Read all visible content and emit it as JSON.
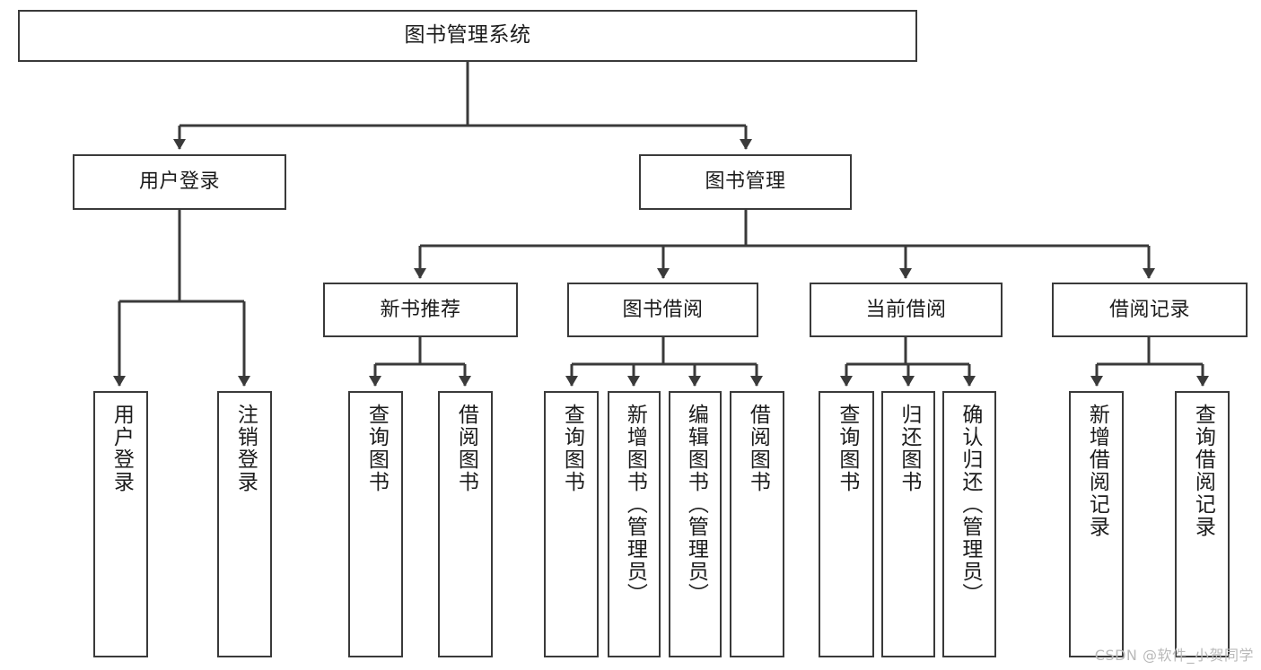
{
  "diagram": {
    "type": "tree-hierarchy-chart",
    "title": "图书管理系统",
    "watermark": "CSDN @软件_小贺同学",
    "colors": {
      "box_border": "#3a3a3a",
      "box_fill": "#ffffff",
      "edge": "#3a3a3a",
      "text": "#1b1b1b",
      "watermark": "#b9b9b9",
      "background": "#ffffff"
    },
    "nodes": {
      "root": {
        "id": "root",
        "label": "图书管理系统",
        "level": 0,
        "orientation": "horizontal"
      },
      "level1": [
        {
          "id": "user-login",
          "label": "用户登录",
          "level": 1,
          "orientation": "horizontal"
        },
        {
          "id": "book-management",
          "label": "图书管理",
          "level": 1,
          "orientation": "horizontal"
        }
      ],
      "level2": [
        {
          "id": "new-book-recommend",
          "label": "新书推荐",
          "level": 2,
          "orientation": "horizontal",
          "parent": "book-management"
        },
        {
          "id": "book-borrow",
          "label": "图书借阅",
          "level": 2,
          "orientation": "horizontal",
          "parent": "book-management"
        },
        {
          "id": "current-borrow",
          "label": "当前借阅",
          "level": 2,
          "orientation": "horizontal",
          "parent": "book-management"
        },
        {
          "id": "borrow-record",
          "label": "借阅记录",
          "level": 2,
          "orientation": "horizontal",
          "parent": "book-management"
        }
      ],
      "level3": [
        {
          "id": "leaf-user-login",
          "label": "用户登录",
          "level": 3,
          "orientation": "vertical",
          "parent": "user-login"
        },
        {
          "id": "leaf-logout-login",
          "label": "注销登录",
          "level": 3,
          "orientation": "vertical",
          "parent": "user-login"
        },
        {
          "id": "leaf-query-book-1",
          "label": "查询图书",
          "level": 3,
          "orientation": "vertical",
          "parent": "new-book-recommend"
        },
        {
          "id": "leaf-borrow-book-1",
          "label": "借阅图书",
          "level": 3,
          "orientation": "vertical",
          "parent": "new-book-recommend"
        },
        {
          "id": "leaf-query-book-2",
          "label": "查询图书",
          "level": 3,
          "orientation": "vertical",
          "parent": "book-borrow"
        },
        {
          "id": "leaf-add-book-admin",
          "label": "新增图书（管理员）",
          "level": 3,
          "orientation": "vertical",
          "parent": "book-borrow"
        },
        {
          "id": "leaf-edit-book-admin",
          "label": "编辑图书（管理员）",
          "level": 3,
          "orientation": "vertical",
          "parent": "book-borrow"
        },
        {
          "id": "leaf-borrow-book-2",
          "label": "借阅图书",
          "level": 3,
          "orientation": "vertical",
          "parent": "book-borrow"
        },
        {
          "id": "leaf-query-book-3",
          "label": "查询图书",
          "level": 3,
          "orientation": "vertical",
          "parent": "current-borrow"
        },
        {
          "id": "leaf-return-book",
          "label": "归还图书",
          "level": 3,
          "orientation": "vertical",
          "parent": "current-borrow"
        },
        {
          "id": "leaf-confirm-return-admin",
          "label": "确认归还（管理员）",
          "level": 3,
          "orientation": "vertical",
          "parent": "current-borrow"
        },
        {
          "id": "leaf-add-borrow-record",
          "label": "新增借阅记录",
          "level": 3,
          "orientation": "vertical",
          "parent": "borrow-record"
        },
        {
          "id": "leaf-query-borrow-record",
          "label": "查询借阅记录",
          "level": 3,
          "orientation": "vertical",
          "parent": "borrow-record"
        }
      ]
    }
  }
}
